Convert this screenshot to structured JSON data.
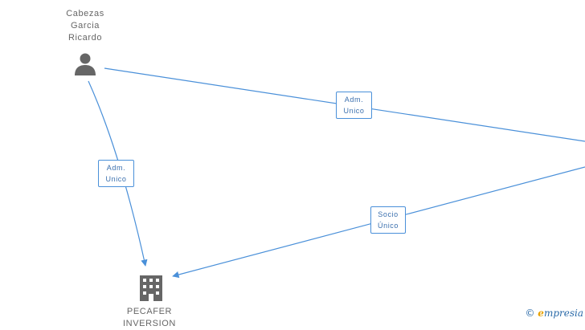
{
  "nodes": {
    "person": {
      "name_lines": [
        "Cabezas",
        "Garcia",
        "Ricardo"
      ],
      "icon": "person-icon"
    },
    "company": {
      "name_lines": [
        "PECAFER",
        "INVERSION"
      ],
      "icon": "building-icon"
    }
  },
  "edges": [
    {
      "id": "person-to-right",
      "label_lines": [
        "Adm.",
        "Unico"
      ]
    },
    {
      "id": "person-to-company",
      "label_lines": [
        "Adm.",
        "Unico"
      ]
    },
    {
      "id": "right-to-company",
      "label_lines": [
        "Socio",
        "Único"
      ]
    }
  ],
  "colors": {
    "edge": "#4a90d9",
    "icon": "#666666",
    "label_text": "#3a6fae"
  },
  "watermark": {
    "symbol": "©",
    "brand_initial": "e",
    "brand_rest": "mpresia"
  }
}
